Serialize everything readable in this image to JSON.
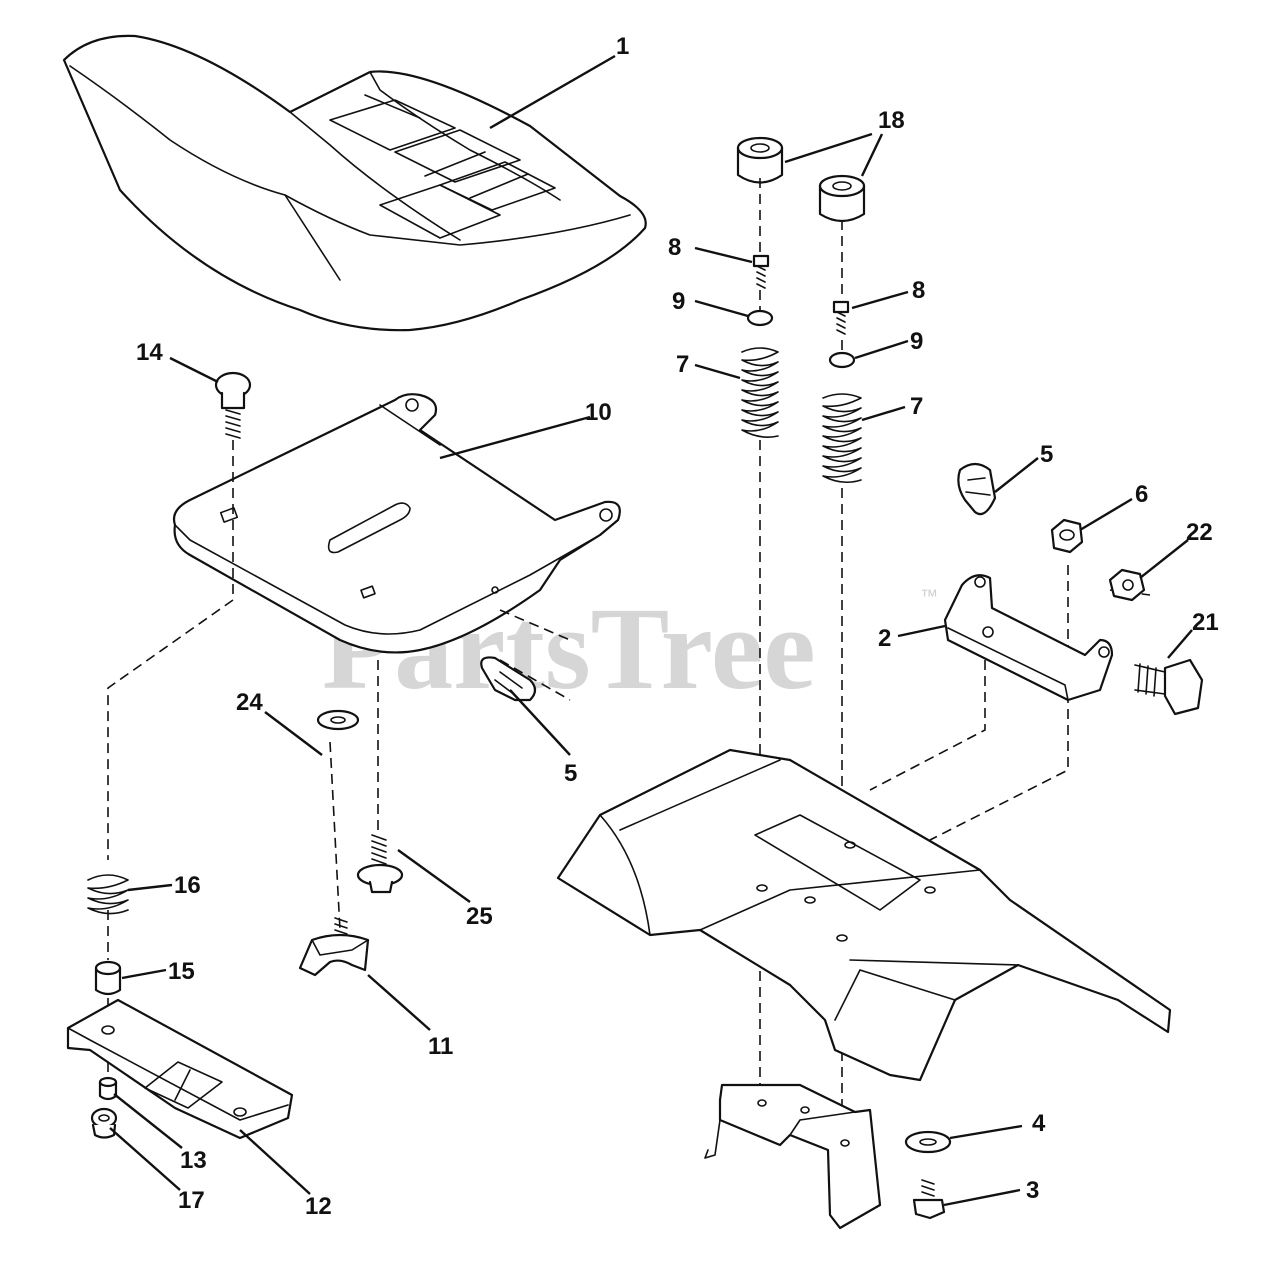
{
  "watermark": {
    "text": "PartsTree",
    "tm": "™"
  },
  "callouts": [
    {
      "id": "p1",
      "label": "1"
    },
    {
      "id": "p18",
      "label": "18"
    },
    {
      "id": "p8a",
      "label": "8"
    },
    {
      "id": "p8b",
      "label": "8"
    },
    {
      "id": "p9a",
      "label": "9"
    },
    {
      "id": "p9b",
      "label": "9"
    },
    {
      "id": "p7a",
      "label": "7"
    },
    {
      "id": "p7b",
      "label": "7"
    },
    {
      "id": "p14",
      "label": "14"
    },
    {
      "id": "p10",
      "label": "10"
    },
    {
      "id": "p5a",
      "label": "5"
    },
    {
      "id": "p5b",
      "label": "5"
    },
    {
      "id": "p6",
      "label": "6"
    },
    {
      "id": "p22",
      "label": "22"
    },
    {
      "id": "p2",
      "label": "2"
    },
    {
      "id": "p21",
      "label": "21"
    },
    {
      "id": "p24",
      "label": "24"
    },
    {
      "id": "p25",
      "label": "25"
    },
    {
      "id": "p16",
      "label": "16"
    },
    {
      "id": "p15",
      "label": "15"
    },
    {
      "id": "p11",
      "label": "11"
    },
    {
      "id": "p13",
      "label": "13"
    },
    {
      "id": "p17",
      "label": "17"
    },
    {
      "id": "p12",
      "label": "12"
    },
    {
      "id": "p4",
      "label": "4"
    },
    {
      "id": "p3",
      "label": "3"
    }
  ]
}
